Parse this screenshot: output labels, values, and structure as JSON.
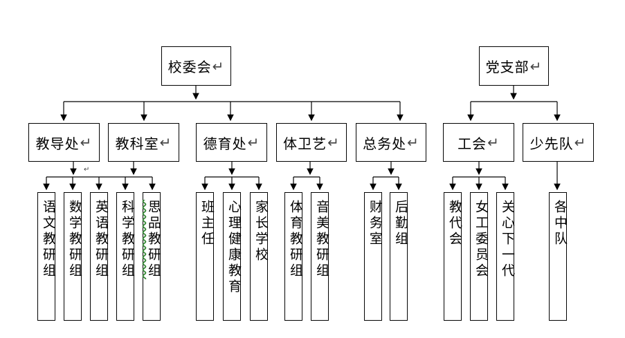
{
  "top": {
    "school_committee": "校委会",
    "party_branch": "党支部"
  },
  "departments": {
    "teaching_office": "教导处",
    "research_office": "教科室",
    "moral_office": "德育处",
    "sports_health_arts": "体卫艺",
    "general_affairs": "总务处",
    "labor_union": "工会",
    "young_pioneers": "少先队"
  },
  "groups": {
    "chinese": "语文教研组",
    "math": "数学教研组",
    "english": "英语教研组",
    "science": "科学教研组",
    "morality": "思品教研组",
    "class_teacher": "班主任",
    "psych_health": "心理健康教育",
    "parent_school": "家长学校",
    "pe": "体育教研组",
    "music_art": "音美教研组",
    "finance": "财务室",
    "logistics": "后勤组",
    "staff_congress": "教代会",
    "women_committee": "女工委员会",
    "next_gen_care": "关心下一代",
    "squadrons": "各中队"
  },
  "marks": {
    "return_symbol": "↵"
  }
}
